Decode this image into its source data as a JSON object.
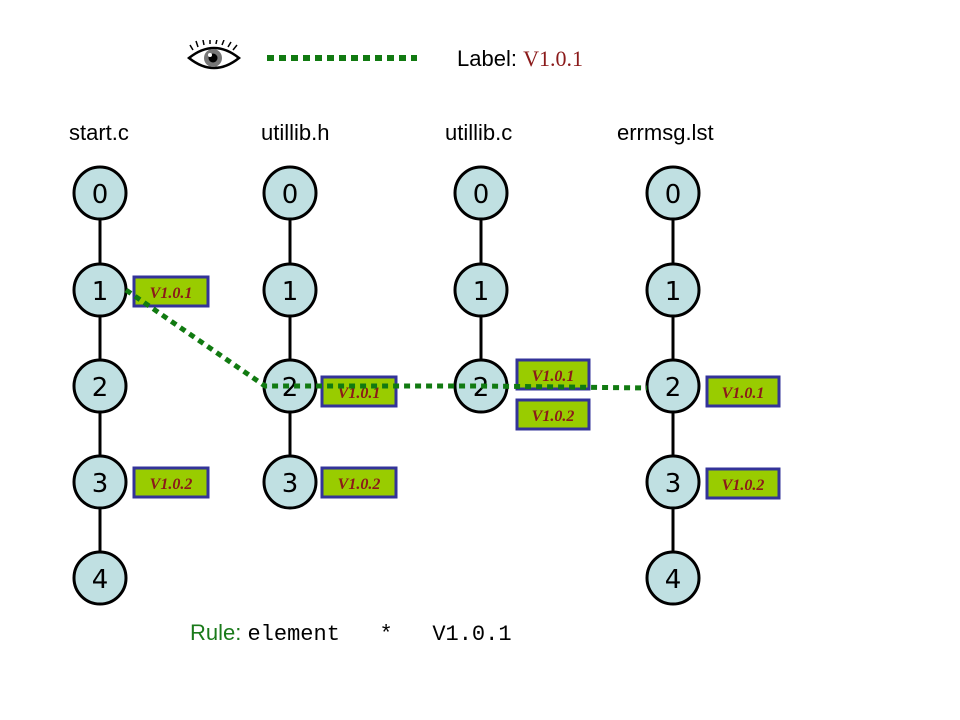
{
  "legend": {
    "icon": "eye-icon",
    "label_prefix": "Label:",
    "label_version": "V1.0.1",
    "line_color": "#117a11"
  },
  "files": [
    {
      "name": "start.c",
      "versions": [
        "0",
        "1",
        "2",
        "3",
        "4"
      ]
    },
    {
      "name": "utillib.h",
      "versions": [
        "0",
        "1",
        "2",
        "3"
      ]
    },
    {
      "name": "utillib.c",
      "versions": [
        "0",
        "1",
        "2"
      ]
    },
    {
      "name": "errmsg.lst",
      "versions": [
        "0",
        "1",
        "2",
        "3",
        "4"
      ]
    }
  ],
  "tags": [
    {
      "file": "start.c",
      "version": "1",
      "label": "V1.0.1"
    },
    {
      "file": "start.c",
      "version": "3",
      "label": "V1.0.2"
    },
    {
      "file": "utillib.h",
      "version": "2",
      "label": "V1.0.1"
    },
    {
      "file": "utillib.h",
      "version": "3",
      "label": "V1.0.2"
    },
    {
      "file": "utillib.c",
      "version": "2",
      "label": "V1.0.1"
    },
    {
      "file": "utillib.c",
      "version": "2",
      "label": "V1.0.2"
    },
    {
      "file": "errmsg.lst",
      "version": "2",
      "label": "V1.0.1"
    },
    {
      "file": "errmsg.lst",
      "version": "3",
      "label": "V1.0.2"
    }
  ],
  "selected_path": [
    "start.c@1",
    "utillib.h@2",
    "utillib.c@2",
    "errmsg.lst@2"
  ],
  "rule": {
    "prefix": "Rule:",
    "text": "element   *   V1.0.1"
  },
  "colors": {
    "node_fill": "#c0e0e2",
    "node_stroke": "#000000",
    "tag_fill": "#99cc00",
    "tag_stroke": "#333399",
    "tag_text": "#8b1a1a",
    "path": "#117a11"
  }
}
